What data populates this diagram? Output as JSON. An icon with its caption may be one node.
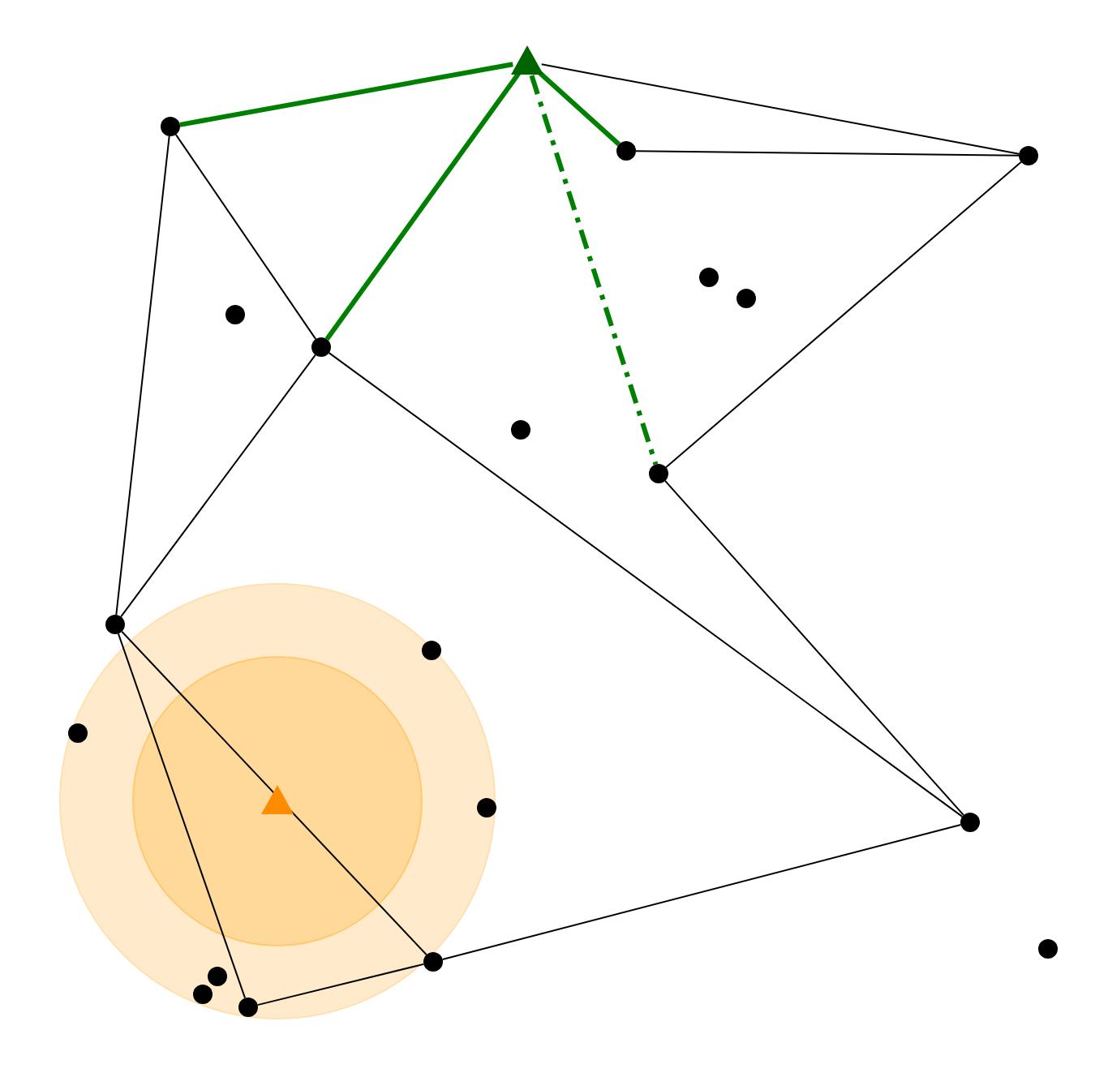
{
  "diagram": {
    "nodes": [
      {
        "text": [],
        "shape": "triangle"
      },
      {
        "text": [],
        "shape": "circle"
      },
      {
        "text": [],
        "shape": "circle"
      },
      {
        "text": [],
        "shape": "circle"
      },
      {
        "text": [],
        "shape": "circle"
      },
      {
        "text": [],
        "shape": "circle"
      },
      {
        "text": [],
        "shape": "circle"
      },
      {
        "text": [],
        "shape": "circle"
      },
      {
        "text": [],
        "shape": "circle"
      },
      {
        "text": [],
        "shape": "circle"
      },
      {
        "text": [],
        "shape": "circle"
      },
      {
        "text": [],
        "shape": "circle"
      },
      {
        "text": [],
        "shape": "circle"
      },
      {
        "text": [],
        "shape": "triangle"
      },
      {
        "text": [],
        "shape": "circle"
      },
      {
        "text": [],
        "shape": "circle"
      },
      {
        "text": [],
        "shape": "circle"
      },
      {
        "text": [],
        "shape": "circle"
      },
      {
        "text": [],
        "shape": "circle"
      },
      {
        "text": [],
        "shape": "circle"
      },
      {
        "text": [],
        "shape": "circle"
      }
    ],
    "edges": [
      {
        "from": 1,
        "to": 0,
        "arrow": "none",
        "style": "thick",
        "color": "#008000"
      },
      {
        "from": 7,
        "to": 0,
        "arrow": "none",
        "style": "thick",
        "color": "#008000"
      },
      {
        "from": 0,
        "to": 2,
        "arrow": "none",
        "style": "thick",
        "color": "#008000"
      },
      {
        "from": 0,
        "to": 9,
        "arrow": "none",
        "style": "dashed",
        "color": "#008000"
      },
      {
        "from": 0,
        "to": 3,
        "arrow": "none"
      },
      {
        "from": 2,
        "to": 3,
        "arrow": "none"
      },
      {
        "from": 1,
        "to": 7,
        "arrow": "none"
      },
      {
        "from": 1,
        "to": 10,
        "arrow": "none"
      },
      {
        "from": 7,
        "to": 10,
        "arrow": "none"
      },
      {
        "from": 7,
        "to": 15,
        "arrow": "none"
      },
      {
        "from": 3,
        "to": 9,
        "arrow": "none"
      },
      {
        "from": 9,
        "to": 15,
        "arrow": "none"
      },
      {
        "from": 10,
        "to": 17,
        "arrow": "none"
      },
      {
        "from": 10,
        "to": 20,
        "arrow": "none"
      },
      {
        "from": 20,
        "to": 17,
        "arrow": "none"
      },
      {
        "from": 17,
        "to": 15,
        "arrow": "none"
      }
    ]
  }
}
